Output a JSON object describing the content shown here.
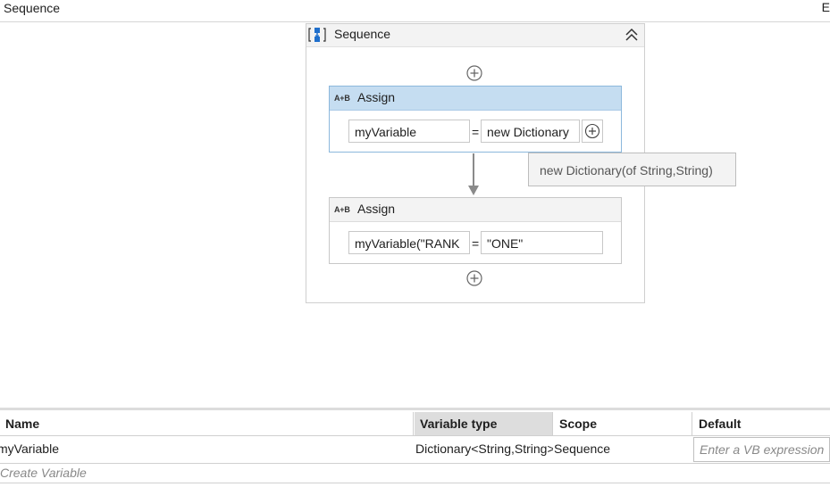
{
  "topbar": {
    "breadcrumb": "Sequence",
    "right_text": "E"
  },
  "sequence": {
    "title": "Sequence",
    "icons": {
      "sequence": "sequence-activity-icon",
      "collapse": "double-chevron-up-icon",
      "add": "plus-circle-icon"
    },
    "assigns": [
      {
        "title": "Assign",
        "icon_text": "A+B",
        "to": "myVariable",
        "operator": "=",
        "value": "new Dictionary",
        "selected": true
      },
      {
        "title": "Assign",
        "icon_text": "A+B",
        "to": "myVariable(\"RANK",
        "operator": "=",
        "value": "\"ONE\"",
        "selected": false
      }
    ]
  },
  "tooltip": {
    "text": "new Dictionary(of String,String)"
  },
  "variables": {
    "headers": {
      "name": "Name",
      "type": "Variable type",
      "scope": "Scope",
      "default": "Default"
    },
    "rows": [
      {
        "name": "myVariable",
        "type": "Dictionary<String,String>",
        "scope": "Sequence",
        "default_placeholder": "Enter a VB expression"
      }
    ],
    "create_label": "Create Variable"
  },
  "colors": {
    "selected_header": "#c5ddf1",
    "selected_border": "#8cb8dc",
    "icon_blue": "#1f6fcc",
    "active_column": "#dddddd"
  }
}
